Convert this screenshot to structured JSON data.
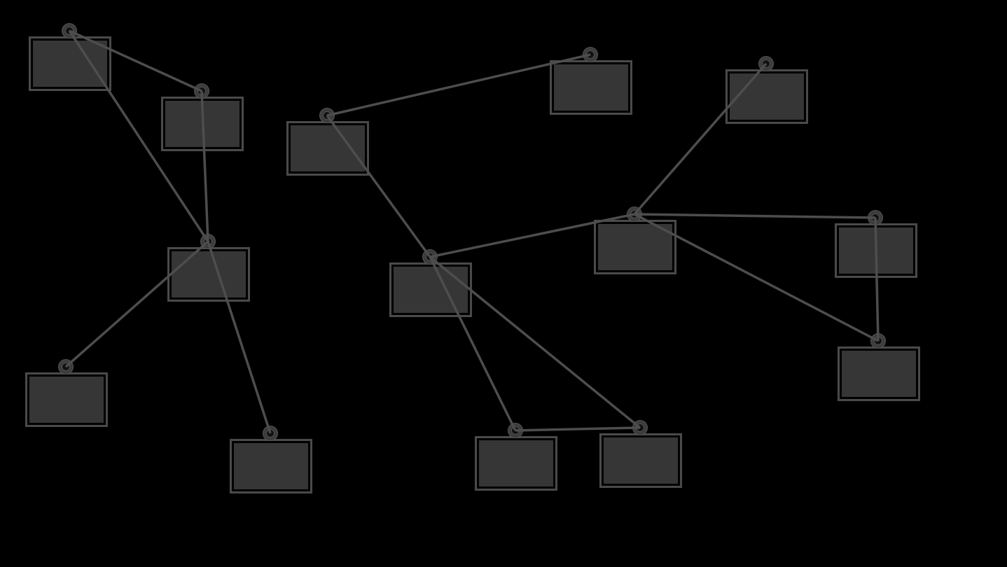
{
  "diagram": {
    "colors": {
      "background": "#000000",
      "node_fill": "#363636",
      "node_border": "#4a4a4a",
      "edge": "#4d4d4d",
      "handle": "#3c3c3c"
    },
    "nodes": [
      {
        "id": "n1"
      },
      {
        "id": "n2"
      },
      {
        "id": "n3"
      },
      {
        "id": "n4"
      },
      {
        "id": "n5"
      },
      {
        "id": "n6"
      },
      {
        "id": "n7"
      },
      {
        "id": "n8"
      },
      {
        "id": "n9"
      },
      {
        "id": "n10"
      },
      {
        "id": "n11"
      },
      {
        "id": "n12"
      },
      {
        "id": "n13"
      },
      {
        "id": "n14"
      },
      {
        "id": "n15"
      }
    ],
    "edges": [
      [
        "n1",
        "n2"
      ],
      [
        "n1",
        "n3"
      ],
      [
        "n2",
        "n3"
      ],
      [
        "n3",
        "n4"
      ],
      [
        "n3",
        "n5"
      ],
      [
        "n6",
        "n7"
      ],
      [
        "n6",
        "n10"
      ],
      [
        "n10",
        "n11"
      ],
      [
        "n10",
        "n14"
      ],
      [
        "n10",
        "n15"
      ],
      [
        "n14",
        "n15"
      ],
      [
        "n8",
        "n11"
      ],
      [
        "n11",
        "n12"
      ],
      [
        "n11",
        "n13"
      ],
      [
        "n12",
        "n13"
      ]
    ]
  }
}
